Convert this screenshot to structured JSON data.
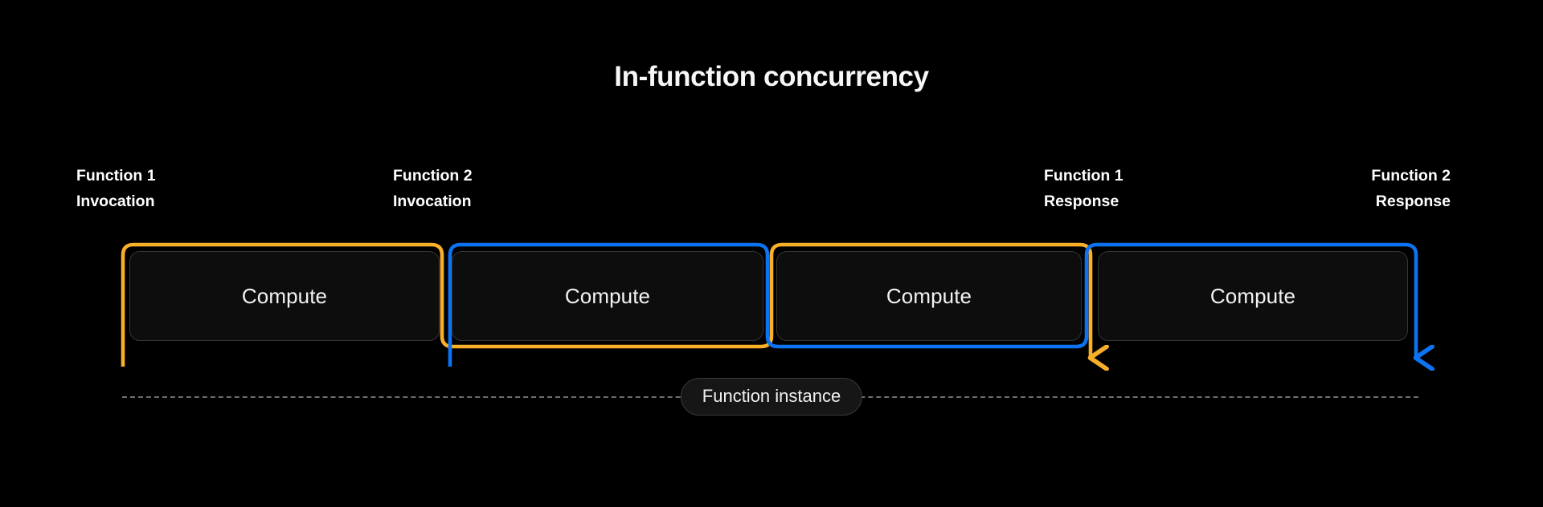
{
  "diagram": {
    "title": "In-function concurrency",
    "background_color": "#000000",
    "accent_orange": "#FAAF28",
    "accent_blue": "#0C74F2",
    "box_fill": "#0D0D0D",
    "box_border": "#353535",
    "dash_color": "#6E6E6E"
  },
  "labels": {
    "f1_invocation": {
      "line1": "Function 1",
      "line2": "Invocation"
    },
    "f2_invocation": {
      "line1": "Function 2",
      "line2": "Invocation"
    },
    "f1_response": {
      "line1": "Function 1",
      "line2": "Response"
    },
    "f2_response": {
      "line1": "Function 2",
      "line2": "Response"
    }
  },
  "compute_boxes": [
    {
      "label": "Compute"
    },
    {
      "label": "Compute"
    },
    {
      "label": "Compute"
    },
    {
      "label": "Compute"
    }
  ],
  "instance": {
    "pill_label": "Function instance"
  },
  "tracks": [
    {
      "name": "function-1-track",
      "color": "#FAAF28",
      "segments": [
        "invocation-stem",
        "top-of-box-1",
        "bottom-of-box-2",
        "top-of-box-3",
        "response-arrow"
      ],
      "arrow": "down"
    },
    {
      "name": "function-2-track",
      "color": "#0C74F2",
      "segments": [
        "invocation-stem",
        "top-of-box-2",
        "bottom-of-box-3",
        "top-of-box-4",
        "response-arrow"
      ],
      "arrow": "down"
    }
  ]
}
